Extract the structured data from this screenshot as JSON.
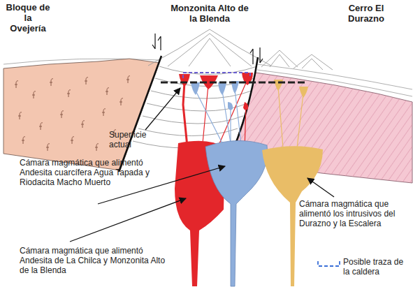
{
  "diagram": {
    "labels": [
      "Bloque de la Ovejería",
      "Monzonita Alto de la Blenda",
      "Cerro El Durazno",
      "Superficie actual",
      "Cámara magmática que alimentó Andesita cuarcífera Agua Tapada y Riodacita Macho Muerto",
      "Cámara magmática que alimentó los intrusivos del Durazno y la Escalera",
      "Cámara magmática que alimentó Andesita de La Chilca y Monzonita Alto de la Blenda"
    ],
    "legend": [
      {
        "text": "Posible traza de la caldera"
      }
    ]
  }
}
